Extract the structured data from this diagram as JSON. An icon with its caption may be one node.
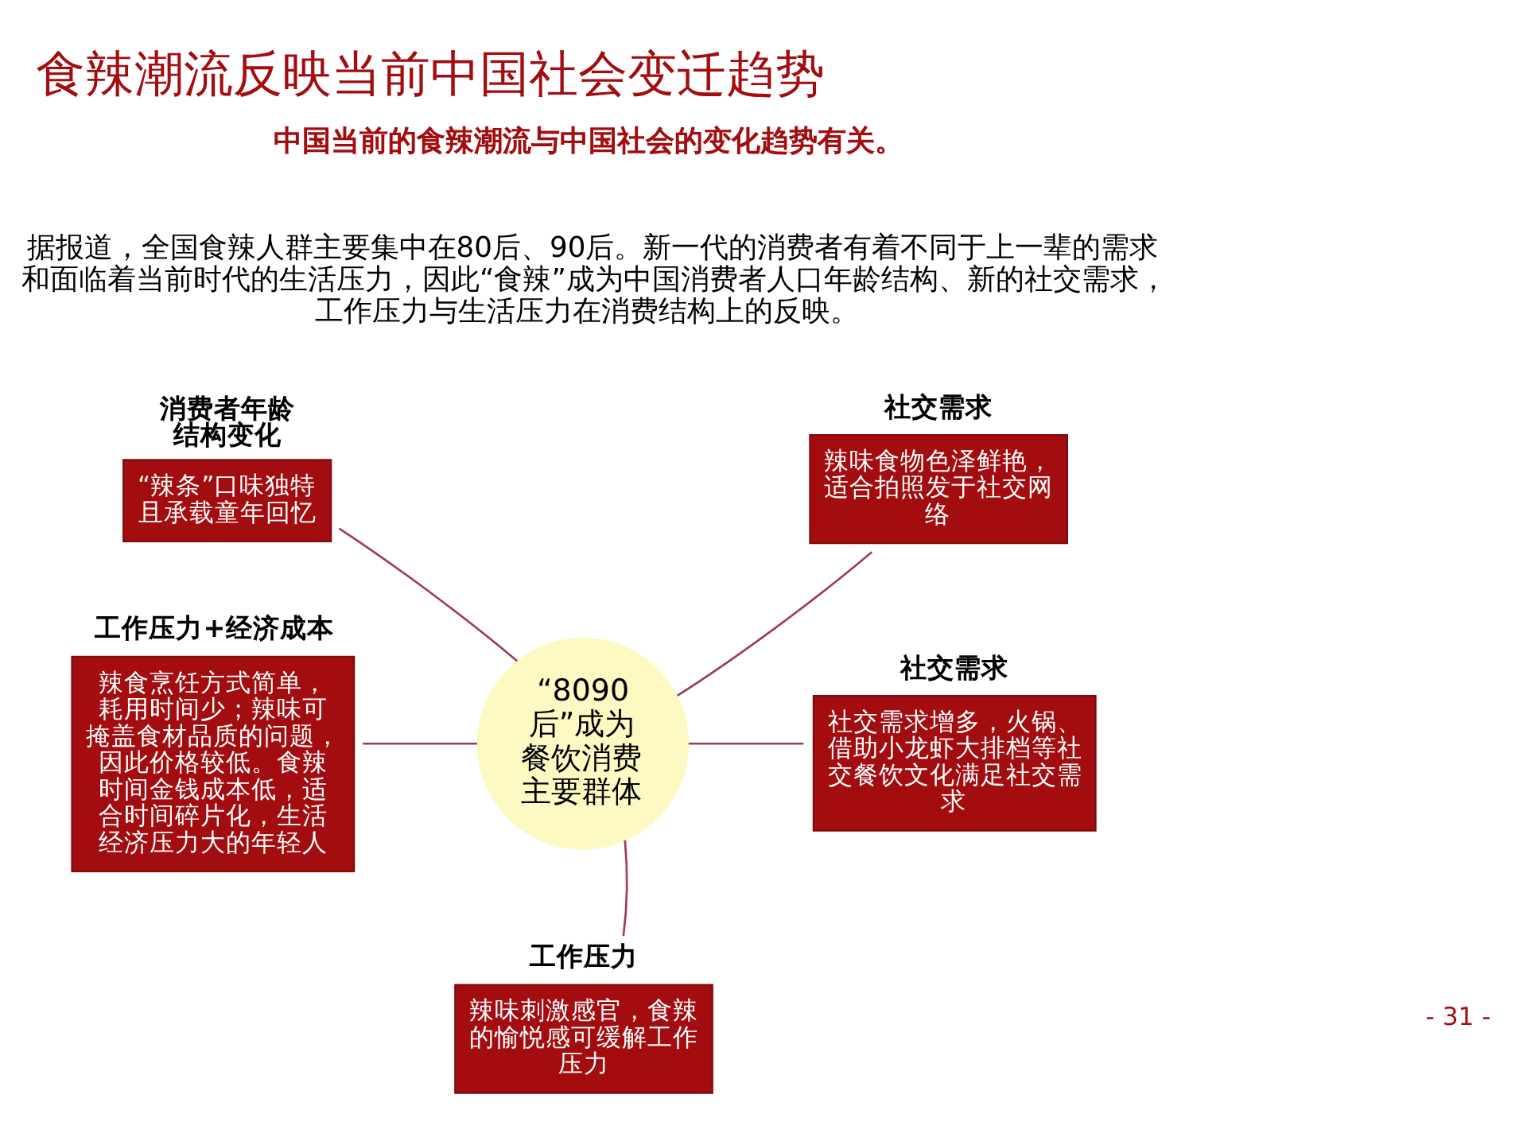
{
  "diagram": {
    "title": "食辣潮流反映当前中国社会变迁趋势",
    "nodes": [
      {
        "text": [
          "消费者年龄结构变化",
          "“辣条”口味独特且承载童年回忆"
        ]
      },
      {
        "text": [
          "社交需求",
          "辣味食物色泽鲜艳，适合拍照发于社交网络"
        ]
      },
      {
        "text": [
          "工作压力+经济成本",
          "辣食烹饪方式简单，耗用时间少；辣味可掩盖食材品质的问题，因此价格较低。食辣时间金钱成本低，适合时间碎片化，生活经济压力大的年轻人"
        ]
      },
      {
        "text": [
          "“8090后”成为餐饮消费主要群体"
        ]
      },
      {
        "text": [
          "社交需求",
          "社交需求增多，火锅、借助小龙虾大排档等社交餐饮文化满足社交需求"
        ]
      },
      {
        "text": [
          "工作压力",
          "辣味刺激感官，食辣的愉悦感可缓解工作压力"
        ]
      }
    ],
    "edges": [
      {
        "from": 3,
        "to": 0,
        "arrow": "none"
      },
      {
        "from": 3,
        "to": 1,
        "arrow": "none"
      },
      {
        "from": 3,
        "to": 2,
        "arrow": "none"
      },
      {
        "from": 3,
        "to": 4,
        "arrow": "none"
      },
      {
        "from": 3,
        "to": 5,
        "arrow": "none"
      }
    ],
    "labels": [
      "中国当前的食辣潮流与中国社会的变化趋势有关。",
      "据报道，全国食辣人群主要集中在80后、90后。新一代的消费者有着不同于上一辈的需求和面临着当前时代的生活压力，因此“食辣”成为中国消费者人口年龄结构、新的社交需求，工作压力与生活压力在消费结构上的反映。",
      "- 31 -"
    ]
  }
}
